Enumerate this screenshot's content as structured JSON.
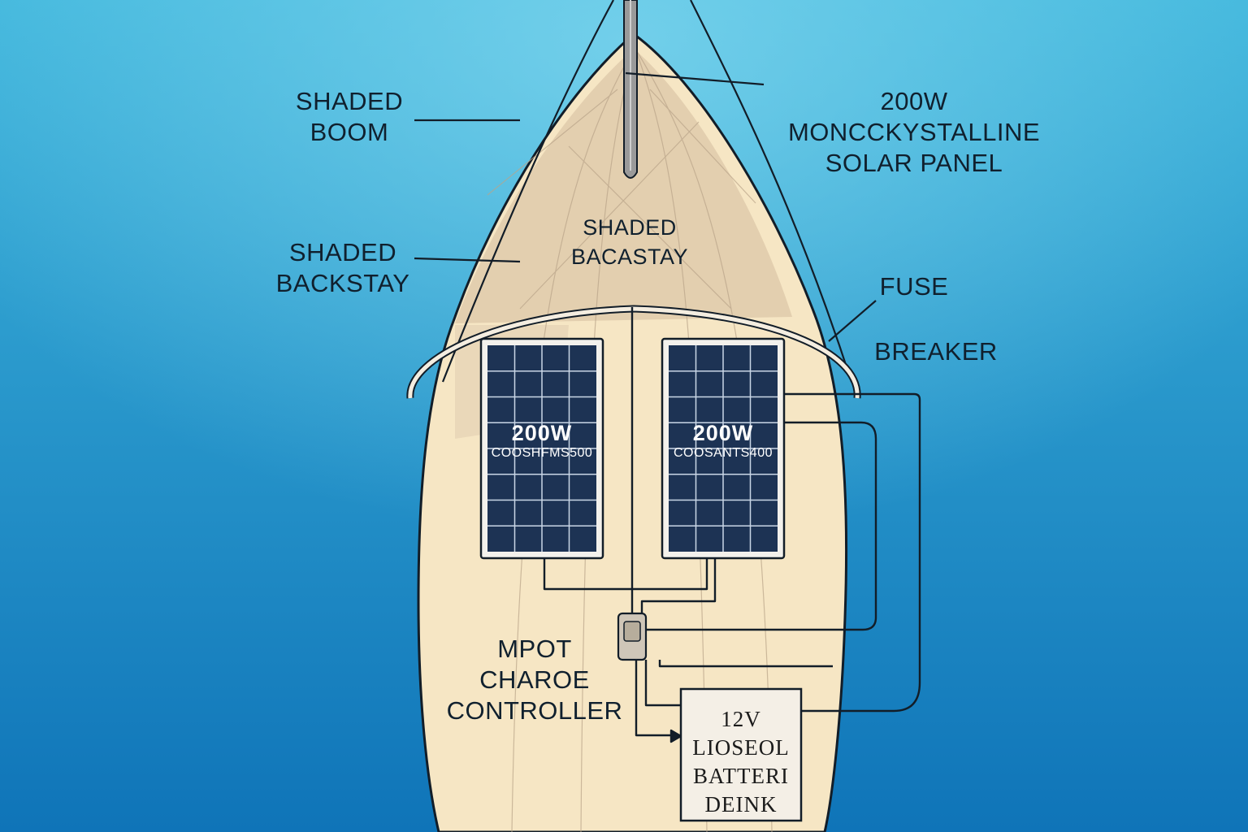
{
  "colors": {
    "water_top": "#3fb6dc",
    "water_bottom": "#0f74b8",
    "hull": "#f6e6c4",
    "deck_shade": "#dcc7a8",
    "outline": "#121d28",
    "panel_cell": "#1d3354",
    "panel_grid": "#c9d6e6",
    "battery_fill": "#f4efe6"
  },
  "labels": {
    "shaded_boom": [
      "SHADED",
      "BOOM"
    ],
    "panel_callout": [
      "200W",
      "MONCCKYSTALLINE",
      "SOLAR PANEL"
    ],
    "deck_backstay": [
      "SHADED",
      "BACASTAY"
    ],
    "shaded_backstay": [
      "SHADED",
      "BACKSTAY"
    ],
    "fuse": "FUSE",
    "breaker": "BREAKER",
    "controller": [
      "MPOT",
      "CHAROE",
      "CONTROLLER"
    ]
  },
  "panels": [
    {
      "wattage": "200W",
      "model": "COOSHFMS500"
    },
    {
      "wattage": "200W",
      "model": "COOSANTS400"
    }
  ],
  "battery": [
    "12V",
    "LIOSEOL",
    "BATTERI",
    "DEINK"
  ],
  "icons": {
    "mast": "mast-icon",
    "solar_panel": "solar-panel-icon",
    "charge_controller": "charge-controller-icon",
    "battery": "battery-icon"
  }
}
